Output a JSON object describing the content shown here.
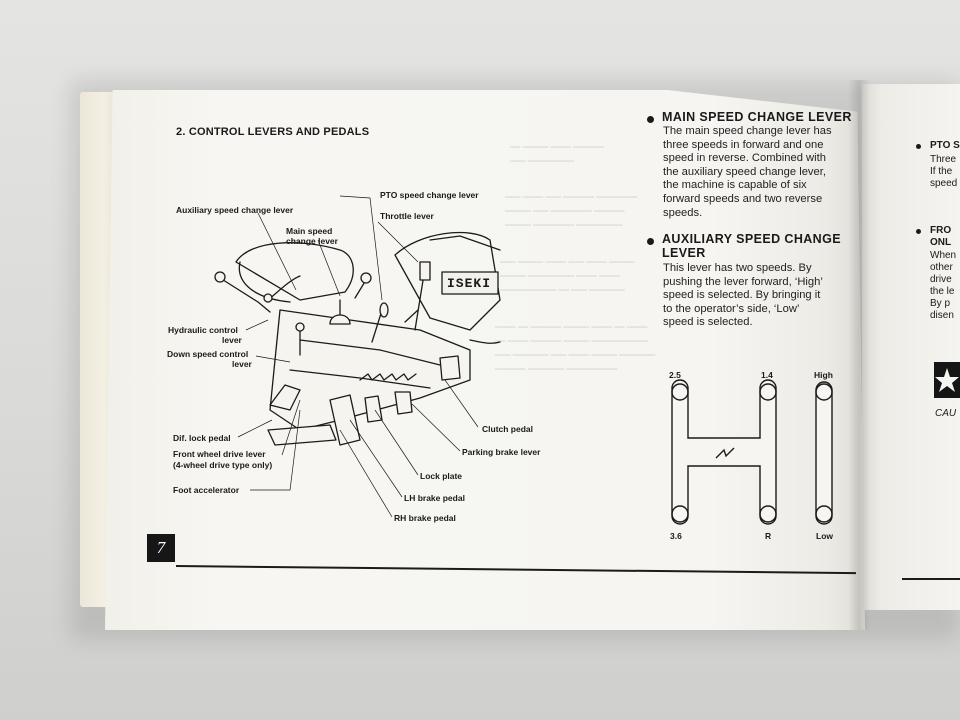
{
  "left_page": {
    "section_title": "2. CONTROL LEVERS AND PEDALS",
    "page_number": "7",
    "diagram_labels": {
      "aux_speed": "Auxiliary speed change lever",
      "main_speed_1": "Main speed",
      "main_speed_2": "change lever",
      "pto_speed": "PTO speed change lever",
      "throttle": "Throttle lever",
      "hydraulic_1": "Hydraulic control",
      "hydraulic_2": "lever",
      "down_speed_1": "Down speed control",
      "down_speed_2": "lever",
      "dif_lock": "Dif. lock pedal",
      "front_wheel_1": "Front wheel drive lever",
      "front_wheel_2": "(4-wheel drive type only)",
      "foot_accel": "Foot accelerator",
      "clutch": "Clutch pedal",
      "parking_brake": "Parking brake lever",
      "lock_plate": "Lock plate",
      "lh_brake": "LH brake pedal",
      "rh_brake": "RH brake pedal",
      "logo": "ISEKI"
    },
    "main_speed_section": {
      "heading": "MAIN SPEED CHANGE LEVER",
      "line1": "The main speed change lever has",
      "line2": "three speeds in forward and one",
      "line3": "speed in reverse. Combined with",
      "line4": "the auxiliary speed change lever,",
      "line5": "the machine is capable of six",
      "line6": "forward speeds and two reverse",
      "line7": "speeds."
    },
    "aux_speed_section": {
      "heading1": "AUXILIARY SPEED CHANGE",
      "heading2": "LEVER",
      "line1": "This lever has two speeds. By",
      "line2": "pushing the lever forward, ‘High’",
      "line3": "speed is selected. By bringing it",
      "line4": "to the operator’s side, ‘Low’",
      "line5": "speed is selected."
    },
    "shift_pattern": {
      "top_left": "2.5",
      "top_mid": "1.4",
      "top_right": "High",
      "bottom_left": "3.6",
      "bottom_mid": "R",
      "bottom_right": "Low"
    }
  },
  "right_page": {
    "pto_head": "PTO S",
    "pto_l1": "Three",
    "pto_l2": "If the",
    "pto_l3": "speed",
    "fro_head1": "FRO",
    "fro_head2": "ONL",
    "fro_l1": "When",
    "fro_l2": "other",
    "fro_l3": "drive",
    "fro_l4": "the le",
    "fro_l5": "By p",
    "fro_l6": "disen",
    "caution": "CAU"
  }
}
